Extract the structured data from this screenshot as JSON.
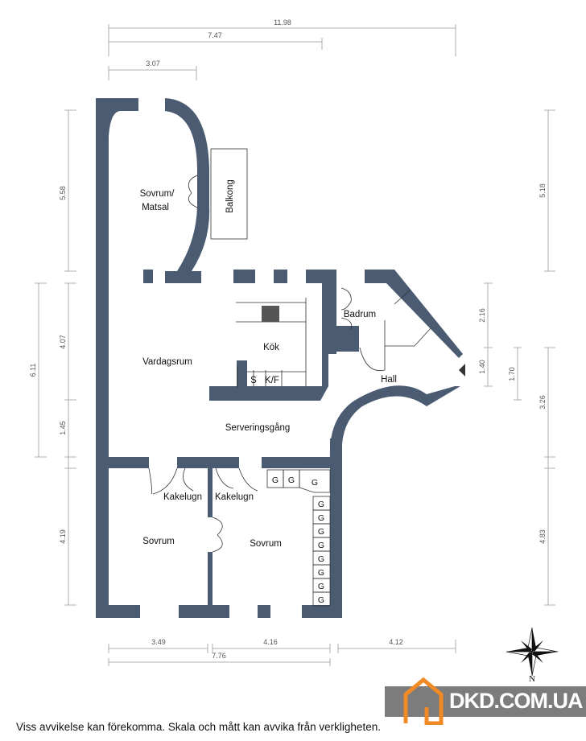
{
  "rooms": {
    "sovrum_matsal_1": "Sovrum/",
    "sovrum_matsal_2": "Matsal",
    "balkong": "Balkong",
    "vardagsrum": "Vardagsrum",
    "kok": "Kök",
    "s": "S",
    "kf": "K/F",
    "badrum": "Badrum",
    "hall": "Hall",
    "serveringsgang": "Serveringsgång",
    "kakelugn_left": "Kakelugn",
    "kakelugn_right": "Kakelugn",
    "sovrum_left": "Sovrum",
    "sovrum_right": "Sovrum"
  },
  "wardrobe_label": "G",
  "dimensions": {
    "top_total": "11.98",
    "top_mid": "7.47",
    "top_short": "3.07",
    "left_upper": "5.58",
    "left_kitchen": "4.07",
    "left_total_mid": "6.11",
    "left_corridor": "1.45",
    "left_lower": "4.19",
    "right_upper": "5.18",
    "right_bath": "2.16",
    "right_entry": "1.40",
    "right_entry_outer": "1.70",
    "right_hall": "3.26",
    "right_lower": "4.83",
    "bottom_left": "3.49",
    "bottom_mid": "4.16",
    "bottom_right": "4.12",
    "bottom_total": "7.76"
  },
  "footnote": "Viss avvikelse kan förekomma. Skala och mått kan avvika från verkligheten.",
  "watermark": "DKD.COM.UA",
  "compass_label": "N",
  "colors": {
    "wall": "#4b5b72",
    "watermark_icon": "#f08a24"
  }
}
